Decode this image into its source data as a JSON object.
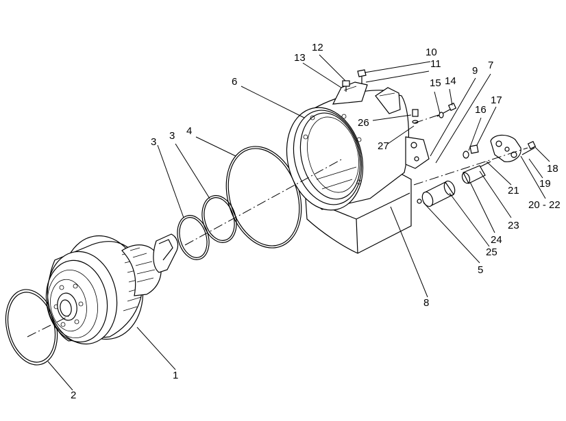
{
  "callouts": {
    "c1": "1",
    "c2": "2",
    "c3a": "3",
    "c3b": "3",
    "c4": "4",
    "c5": "5",
    "c6": "6",
    "c7": "7",
    "c8": "8",
    "c9": "9",
    "c10": "10",
    "c11": "11",
    "c12": "12",
    "c13": "13",
    "c14": "14",
    "c15": "15",
    "c16": "16",
    "c17": "17",
    "c18": "18",
    "c19": "19",
    "c20_22": "20 - 22",
    "c21": "21",
    "c23": "23",
    "c24": "24",
    "c25": "25",
    "c26": "26",
    "c27": "27"
  }
}
